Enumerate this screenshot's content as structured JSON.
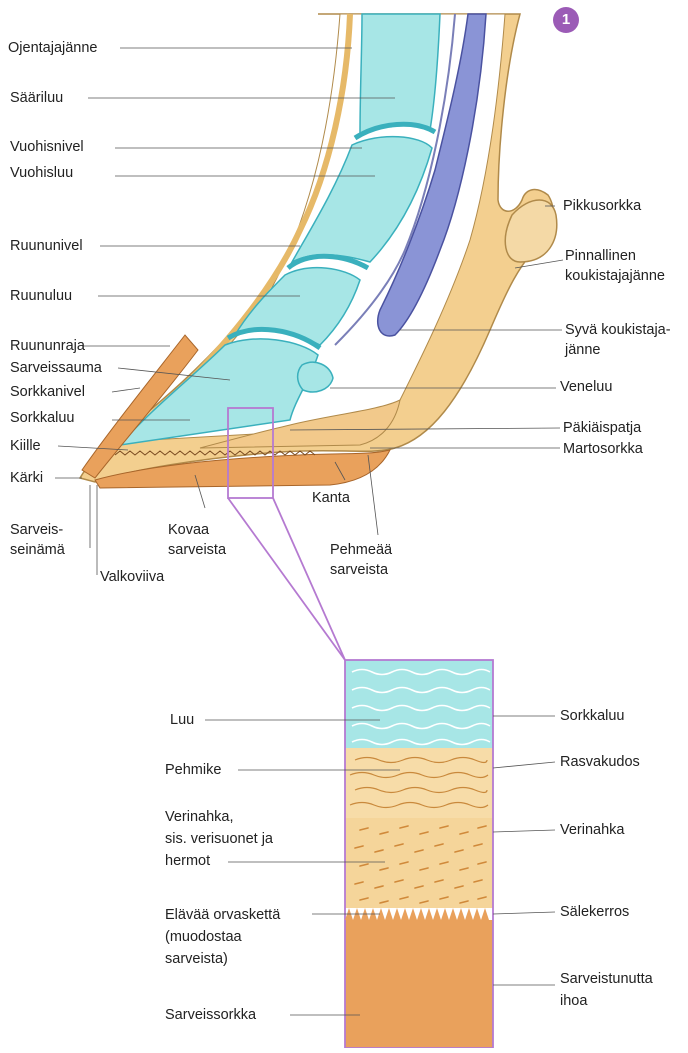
{
  "figure_number": "1",
  "colors": {
    "bone": "#a7e6e6",
    "bone_outline": "#3ab0bd",
    "tendon_blue": "#8a94d6",
    "skin": "#f3cf8f",
    "fat": "#f2c98b",
    "horn": "#e9a15c",
    "zoom_frame": "#b57ad1"
  },
  "labels_top": {
    "ojentajajanne": "Ojentajajänne",
    "sariluu": "Sääriluu",
    "vuohisnivel": "Vuohisnivel",
    "vuohisluu": "Vuohisluu",
    "ruununivel": "Ruununivel",
    "ruunuluu": "Ruunuluu",
    "ruununraja": "Ruununraja",
    "sarveissauma": "Sarveissauma",
    "sorkkanivel": "Sorkkanivel",
    "sorkkaluu": "Sorkkaluu",
    "kiille": "Kiille",
    "karki": "Kärki",
    "sarveisseinama": "Sarveis-\nseinämä",
    "valkoviiva": "Valkoviiva",
    "kovaa_sarveista": "Kovaa\nsarveista",
    "kanta": "Kanta",
    "pehmeaa_sarveista": "Pehmeää\nsarveista",
    "pikkusorkka": "Pikkusorkka",
    "pinnallinen": "Pinnallinen\nkoukistajajänne",
    "syva": "Syvä koukistaja-\njänne",
    "veneluu": "Veneluu",
    "pakiaispatja": "Päkiäispatja",
    "martosorkka": "Martosorkka"
  },
  "labels_detail": {
    "luu": "Luu",
    "pehmike": "Pehmike",
    "verinahka_left": "Verinahka,\nsis. verisuonet ja\nhermot",
    "elavaa": "Elävää orvaskettä\n(muodostaa\nsarveista)",
    "sarveissorkka": "Sarveissorkka",
    "sorkkaluu": "Sorkkaluu",
    "rasvakudos": "Rasvakudos",
    "verinahka_right": "Verinahka",
    "salekerros": "Sälekerros",
    "sarveistunutta": "Sarveistunutta\nihoa"
  }
}
